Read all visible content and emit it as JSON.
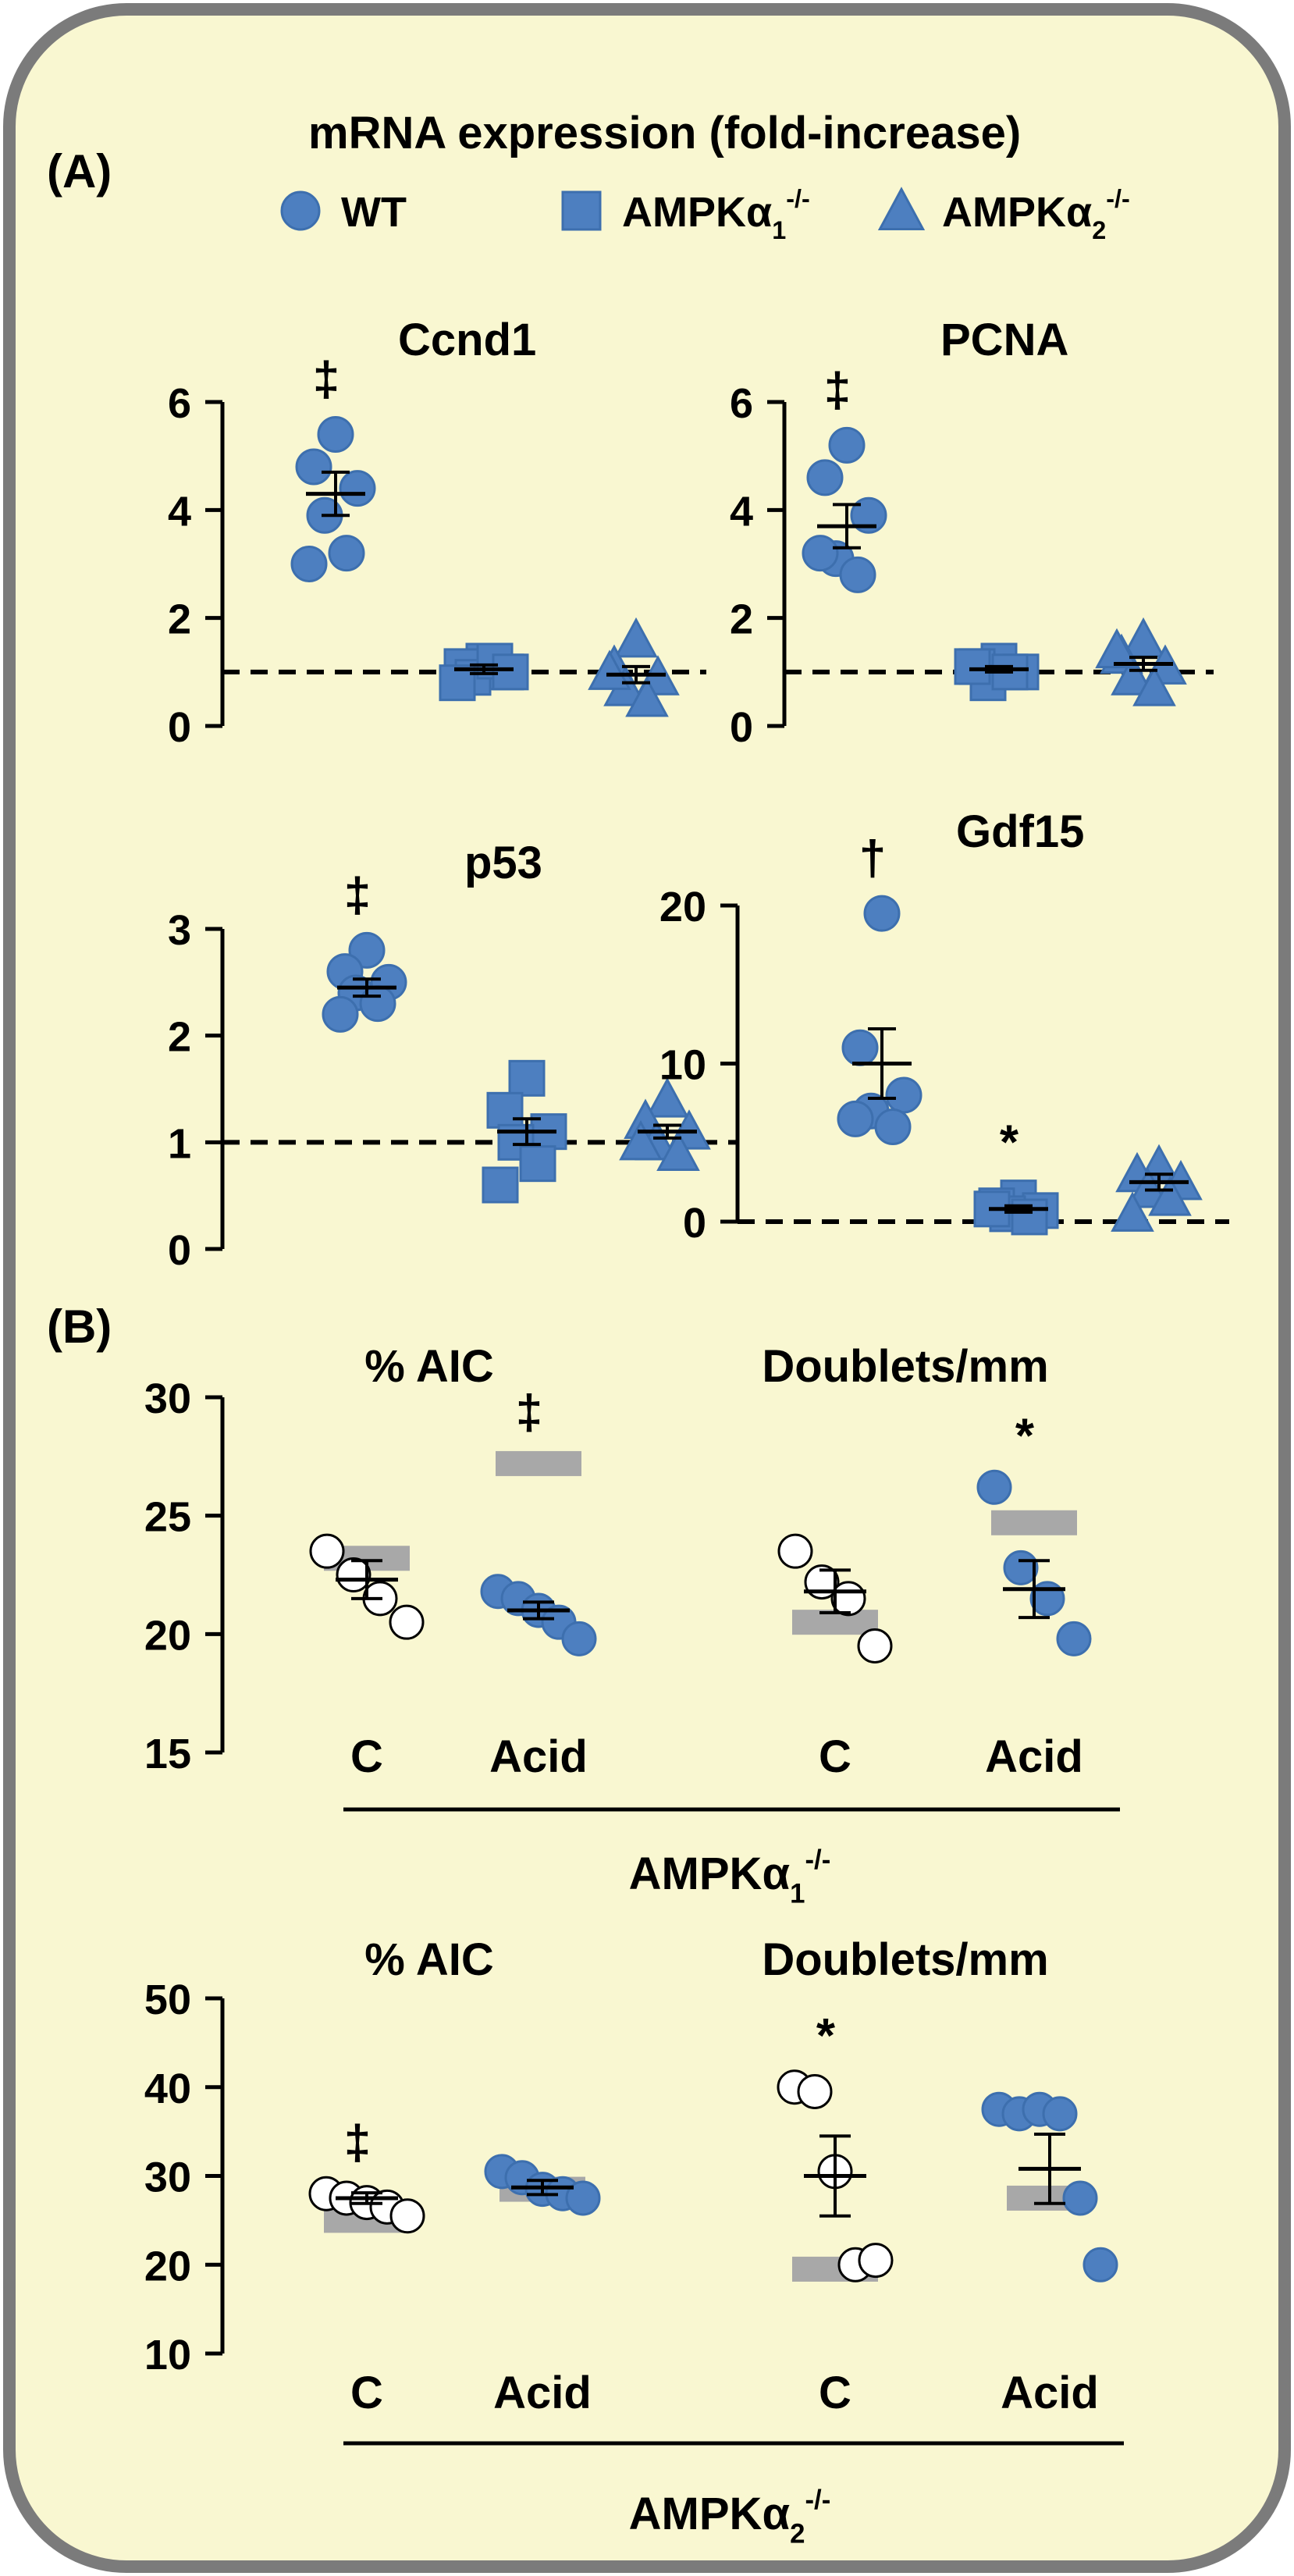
{
  "colors": {
    "panel_bg": "#f9f7d1",
    "panel_border": "#7b7b7b",
    "marker_fill": "#4d7fc0",
    "marker_stroke": "#3d6fae",
    "open_marker_fill": "#ffffff",
    "reference_bar": "#a8a8a8",
    "axis": "#000000"
  },
  "panel_labels": {
    "a": "(A)",
    "b": "(B)"
  },
  "header": "mRNA expression (fold-increase)",
  "legend": [
    {
      "marker": "circle",
      "label": "WT",
      "sub": "",
      "sup": ""
    },
    {
      "marker": "square",
      "label": "AMPKα",
      "sub": "1",
      "sup": "-/-"
    },
    {
      "marker": "triangle",
      "label": "AMPKα",
      "sub": "2",
      "sup": "-/-"
    }
  ],
  "chart_data": [
    {
      "type": "scatter",
      "title": "Ccnd1",
      "ylim": [
        0,
        6
      ],
      "yticks": [
        0,
        2,
        4,
        6
      ],
      "reference_line": 1,
      "groups": [
        {
          "marker": "circle",
          "values": [
            5.4,
            4.8,
            4.4,
            3.9,
            3.2,
            3.0
          ],
          "mean": 4.3,
          "sem": 0.4,
          "annotation": "‡"
        },
        {
          "marker": "square",
          "values": [
            1.2,
            1.1,
            1.0,
            0.9,
            1.2,
            0.8,
            1.0
          ],
          "mean": 1.05,
          "sem": 0.08,
          "annotation": ""
        },
        {
          "marker": "triangle",
          "values": [
            1.6,
            1.1,
            0.9,
            0.7,
            0.5,
            1.0
          ],
          "mean": 0.95,
          "sem": 0.15,
          "annotation": ""
        }
      ]
    },
    {
      "type": "scatter",
      "title": "PCNA",
      "ylim": [
        0,
        6
      ],
      "yticks": [
        0,
        2,
        4,
        6
      ],
      "reference_line": 1,
      "groups": [
        {
          "marker": "circle",
          "values": [
            5.2,
            4.6,
            3.9,
            3.1,
            2.8,
            3.2
          ],
          "mean": 3.7,
          "sem": 0.4,
          "annotation": "‡"
        },
        {
          "marker": "square",
          "values": [
            1.2,
            1.1,
            1.0,
            0.8,
            1.0,
            1.1
          ],
          "mean": 1.05,
          "sem": 0.05,
          "annotation": ""
        },
        {
          "marker": "triangle",
          "values": [
            1.6,
            1.3,
            1.1,
            0.9,
            0.7,
            1.4
          ],
          "mean": 1.15,
          "sem": 0.12,
          "annotation": ""
        }
      ]
    },
    {
      "type": "scatter",
      "title": "p53",
      "ylim": [
        0,
        3
      ],
      "yticks": [
        0,
        1,
        2,
        3
      ],
      "reference_line": 1,
      "groups": [
        {
          "marker": "circle",
          "values": [
            2.8,
            2.6,
            2.5,
            2.4,
            2.3,
            2.2
          ],
          "mean": 2.45,
          "sem": 0.08,
          "annotation": "‡"
        },
        {
          "marker": "square",
          "values": [
            1.6,
            1.3,
            1.1,
            1.0,
            0.8,
            0.6
          ],
          "mean": 1.1,
          "sem": 0.12,
          "annotation": ""
        },
        {
          "marker": "triangle",
          "values": [
            1.4,
            1.2,
            1.1,
            1.0,
            0.9,
            1.0
          ],
          "mean": 1.1,
          "sem": 0.06,
          "annotation": ""
        }
      ]
    },
    {
      "type": "scatter",
      "title": "Gdf15",
      "ylim": [
        0,
        20
      ],
      "yticks": [
        0,
        10,
        20
      ],
      "reference_line": 0,
      "groups": [
        {
          "marker": "circle",
          "values": [
            19.5,
            11,
            8,
            7,
            6,
            6.5
          ],
          "mean": 10,
          "sem": 2.2,
          "annotation": "†"
        },
        {
          "marker": "square",
          "values": [
            1.5,
            1.0,
            0.7,
            0.5,
            0.3,
            0.8
          ],
          "mean": 0.8,
          "sem": 0.2,
          "annotation": "*"
        },
        {
          "marker": "triangle",
          "values": [
            3.5,
            3.0,
            2.5,
            2.0,
            1.5,
            0.5
          ],
          "mean": 2.5,
          "sem": 0.5,
          "annotation": ""
        }
      ]
    },
    {
      "type": "scatter",
      "ylim": [
        15,
        30
      ],
      "yticks": [
        15,
        20,
        25,
        30
      ],
      "subtitles": [
        "% AIC",
        "Doublets/mm"
      ],
      "categories": [
        "C",
        "Acid",
        "C",
        "Acid"
      ],
      "genotype": {
        "label": "AMPKα",
        "sub": "1",
        "sup": "-/-"
      },
      "groups": [
        {
          "fill": "open",
          "values": [
            23.5,
            22.5,
            21.5,
            20.5
          ],
          "mean": 22.3,
          "sem": 0.8,
          "reference": 23.2,
          "annotation": ""
        },
        {
          "fill": "filled",
          "values": [
            21.8,
            21.5,
            21.0,
            20.5,
            19.8
          ],
          "mean": 21.0,
          "sem": 0.35,
          "reference": 27.2,
          "annotation": "‡"
        },
        {
          "fill": "open",
          "values": [
            23.5,
            22.2,
            21.5,
            19.5
          ],
          "mean": 21.8,
          "sem": 0.9,
          "reference": 20.5,
          "annotation": ""
        },
        {
          "fill": "filled",
          "values": [
            26.2,
            22.8,
            21.5,
            19.8
          ],
          "mean": 21.9,
          "sem": 1.2,
          "reference": 24.7,
          "annotation": "*"
        }
      ]
    },
    {
      "type": "scatter",
      "ylim": [
        10,
        50
      ],
      "yticks": [
        10,
        20,
        30,
        40,
        50
      ],
      "subtitles": [
        "% AIC",
        "Doublets/mm"
      ],
      "categories": [
        "C",
        "Acid",
        "C",
        "Acid"
      ],
      "genotype": {
        "label": "AMPKα",
        "sub": "2",
        "sup": "-/-"
      },
      "groups": [
        {
          "fill": "open",
          "values": [
            28.0,
            27.5,
            27.0,
            26.5,
            25.5
          ],
          "mean": 27.5,
          "sem": 0.6,
          "reference": 25.0,
          "annotation": "‡"
        },
        {
          "fill": "filled",
          "values": [
            30.5,
            29.8,
            28.5,
            28.0,
            27.5
          ],
          "mean": 28.7,
          "sem": 0.8,
          "reference": 28.5,
          "annotation": ""
        },
        {
          "fill": "open",
          "values": [
            40.0,
            39.5,
            30.5,
            20.0,
            20.5
          ],
          "mean": 30.0,
          "sem": 4.5,
          "reference": 19.5,
          "annotation": "*"
        },
        {
          "fill": "filled",
          "values": [
            37.5,
            37.0,
            37.5,
            37.0,
            27.5,
            20.0
          ],
          "mean": 30.8,
          "sem": 3.9,
          "reference": 27.5,
          "annotation": ""
        }
      ]
    }
  ]
}
